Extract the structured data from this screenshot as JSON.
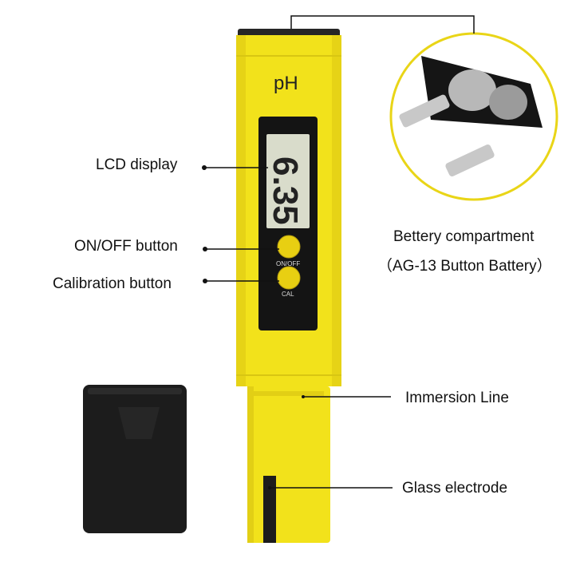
{
  "meter": {
    "brand_label": "pH",
    "display_reading": "6.35",
    "button_on_off_label": "ON/OFF",
    "button_cal_label": "CAL"
  },
  "callouts": {
    "lcd_display": "LCD display",
    "on_off_button": "ON/OFF button",
    "calibration_button": "Calibration button",
    "battery_title": "Bettery compartment",
    "battery_subtitle": "（AG-13 Button Battery）",
    "immersion_line": "Immersion Line",
    "glass_electrode": "Glass electrode"
  },
  "colors": {
    "body_yellow": "#f2e21b",
    "cap_black": "#1c1c1c",
    "lcd_green": "#d9dccb",
    "button_yellow": "#e8cf12"
  }
}
